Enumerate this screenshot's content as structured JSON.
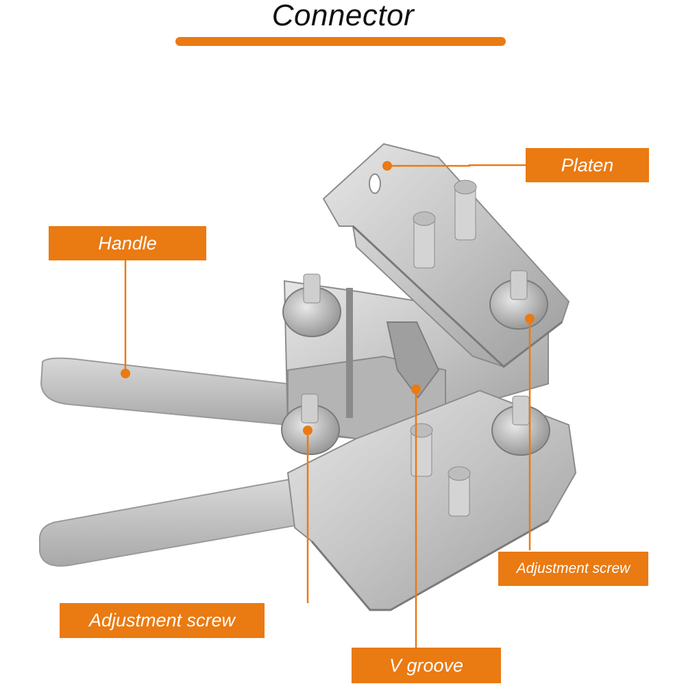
{
  "title": "Connector",
  "colors": {
    "accent": "#ea7a12",
    "metal": "#c9c9c9",
    "metal_dark": "#8f8f8f",
    "text": "#111111"
  },
  "illustration": "crimping-tool",
  "callouts": {
    "platen": "Platen",
    "handle": "Handle",
    "adjustment_screw_right": "Adjustment screw",
    "adjustment_screw_left": "Adjustment screw",
    "v_groove": "V groove"
  }
}
